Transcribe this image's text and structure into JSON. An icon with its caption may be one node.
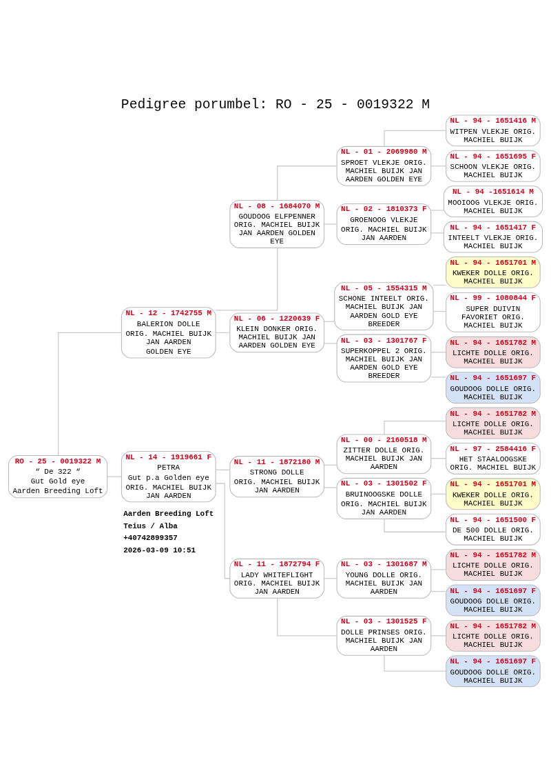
{
  "diagram": {
    "title": "Pedigree porumbel: RO - 25 - 0019322 M",
    "nodes": [
      {
        "text": [
          "RO - 25 - 0019322 M",
          "“ De 322 “",
          "Gut Gold eye",
          "Aarden Breeding Loft"
        ]
      },
      {
        "text": [
          "NL - 12 - 1742755 M",
          "BALERION DOLLE",
          "ORIG. MACHIEL BUIJK JAN AARDEN",
          "GOLDEN EYE"
        ]
      },
      {
        "text": [
          "NL - 14 - 1919661 F",
          "PETRA",
          "Gut p.a Golden eye",
          "ORIG. MACHIEL BUIJK JAN AARDEN"
        ]
      },
      {
        "text": [
          "NL - 08 - 1684070 M",
          "GOUDOOG ELFPENNER ORIG. MACHIEL BUIJK JAN AARDEN GOLDEN EYE"
        ]
      },
      {
        "text": [
          "NL - 06 - 1220639 F",
          "KLEIN DONKER ORIG. MACHIEL BUIJK JAN AARDEN GOLDEN EYE"
        ]
      },
      {
        "text": [
          "NL - 11 - 1872180 M",
          "STRONG DOLLE",
          "ORIG. MACHIEL BUIJK JAN AARDEN"
        ]
      },
      {
        "text": [
          "NL - 11 - 1872794 F",
          "LADY WHITEFLIGHT ORIG. MACHIEL BUIJK JAN AARDEN"
        ]
      },
      {
        "text": [
          "NL - 01 - 2069980 M",
          "SPROET VLEKJE ORIG. MACHIEL BUIJK JAN AARDEN GOLDEN EYE"
        ]
      },
      {
        "text": [
          "NL - 02 - 1810373 F",
          "GROENOOG VLEKJE",
          "ORIG. MACHIEL BUIJK JAN AARDEN"
        ]
      },
      {
        "text": [
          "NL - 05 - 1554315 M",
          "SCHONE INTEELT ORIG. MACHIEL BUIJK JAN AARDEN GOLD EYE BREEDER"
        ]
      },
      {
        "text": [
          "NL - 03 - 1301767 F",
          "SUPERKOPPEL 2 ORIG. MACHIEL BUIJK JAN AARDEN GOLD EYE BREEDER"
        ]
      },
      {
        "text": [
          "NL - 00 - 2160518 M",
          "ZITTER DOLLE ORIG. MACHIEL BUIJK JAN AARDEN"
        ]
      },
      {
        "text": [
          "NL - 03 - 1301502 F",
          "BRUINOOGSKE DOLLE",
          "ORIG. MACHIEL BUIJK JAN AARDEN"
        ]
      },
      {
        "text": [
          "NL - 03 - 1301687 M",
          "YOUNG DOLLE ORIG. MACHIEL BUIJK JAN AARDEN"
        ]
      },
      {
        "text": [
          "NL - 03 - 1301525 F",
          "DOLLE PRINSES ORIG. MACHIEL BUIJK JAN AARDEN"
        ]
      },
      {
        "text": [
          "NL - 94 - 1651416 M",
          "WITPEN VLEKJE ORIG. MACHIEL BUIJK"
        ]
      },
      {
        "text": [
          "NL - 94 - 1651695 F",
          "SCHOON VLEKJE ORIG. MACHIEL BUIJK"
        ]
      },
      {
        "text": [
          "NL - 94 -1651614 M",
          "MOOIOOG VLEKJE ORIG. MACHIEL BUIJK"
        ]
      },
      {
        "text": [
          "NL - 94 - 1651417 F",
          "INTEELT VLEKJE ORIG. MACHIEL BUIJK"
        ]
      },
      {
        "text": [
          "NL - 94 - 1651701 M",
          "KWEKER DOLLE ORIG. MACHIEL BUIJK"
        ]
      },
      {
        "text": [
          "NL - 99 - 1080844 F",
          "SUPER DUIVIN FAVORIET ORIG. MACHIEL BUIJK"
        ]
      },
      {
        "text": [
          "NL - 94 - 1651782 M",
          "LICHTE DOLLE ORIG. MACHIEL BUIJK"
        ]
      },
      {
        "text": [
          "NL - 94 - 1651697 F",
          "GOUDOOG DOLLE ORIG. MACHIEL BUIJK"
        ]
      },
      {
        "text": [
          "NL - 94 - 1651782 M",
          "LICHTE DOLLE ORIG. MACHIEL BUIJK"
        ]
      },
      {
        "text": [
          "NL - 97 - 2584416 F",
          "HET STAALOOGSKE ORIG. MACHIEL BUIJK"
        ]
      },
      {
        "text": [
          "NL - 94 - 1651701 M",
          "KWEKER DOLLE ORIG. MACHIEL BUIJK"
        ]
      },
      {
        "text": [
          "NL - 94 - 1651500 F",
          "DE 500 DOLLE ORIG. MACHIEL BUIJK"
        ]
      },
      {
        "text": [
          "NL - 94 - 1651782 M",
          "LICHTE DOLLE ORIG. MACHIEL BUIJK"
        ]
      },
      {
        "text": [
          "NL - 94 - 1651697 F",
          "GOUDOOG DOLLE ORIG. MACHIEL BUIJK"
        ]
      },
      {
        "text": [
          "NL - 94 - 1651782 M",
          "LICHTE DOLLE ORIG. MACHIEL BUIJK"
        ]
      },
      {
        "text": [
          "NL - 94 - 1651697 F",
          "GOUDOOG DOLLE ORIG. MACHIEL BUIJK"
        ]
      }
    ],
    "edges": [
      {
        "from": 0,
        "to": 1,
        "arrow": "none"
      },
      {
        "from": 0,
        "to": 2,
        "arrow": "none"
      },
      {
        "from": 1,
        "to": 3,
        "arrow": "none"
      },
      {
        "from": 1,
        "to": 4,
        "arrow": "none"
      },
      {
        "from": 2,
        "to": 5,
        "arrow": "none"
      },
      {
        "from": 2,
        "to": 6,
        "arrow": "none"
      },
      {
        "from": 3,
        "to": 7,
        "arrow": "none"
      },
      {
        "from": 3,
        "to": 8,
        "arrow": "none"
      },
      {
        "from": 4,
        "to": 9,
        "arrow": "none"
      },
      {
        "from": 4,
        "to": 10,
        "arrow": "none"
      },
      {
        "from": 5,
        "to": 11,
        "arrow": "none"
      },
      {
        "from": 5,
        "to": 12,
        "arrow": "none"
      },
      {
        "from": 6,
        "to": 13,
        "arrow": "none"
      },
      {
        "from": 6,
        "to": 14,
        "arrow": "none"
      },
      {
        "from": 7,
        "to": 15,
        "arrow": "none"
      },
      {
        "from": 7,
        "to": 16,
        "arrow": "none"
      },
      {
        "from": 8,
        "to": 17,
        "arrow": "none"
      },
      {
        "from": 8,
        "to": 18,
        "arrow": "none"
      },
      {
        "from": 9,
        "to": 19,
        "arrow": "none"
      },
      {
        "from": 9,
        "to": 20,
        "arrow": "none"
      },
      {
        "from": 10,
        "to": 21,
        "arrow": "none"
      },
      {
        "from": 10,
        "to": 22,
        "arrow": "none"
      },
      {
        "from": 11,
        "to": 23,
        "arrow": "none"
      },
      {
        "from": 11,
        "to": 24,
        "arrow": "none"
      },
      {
        "from": 12,
        "to": 25,
        "arrow": "none"
      },
      {
        "from": 12,
        "to": 26,
        "arrow": "none"
      },
      {
        "from": 13,
        "to": 27,
        "arrow": "none"
      },
      {
        "from": 13,
        "to": 28,
        "arrow": "none"
      },
      {
        "from": 14,
        "to": 29,
        "arrow": "none"
      },
      {
        "from": 14,
        "to": 30,
        "arrow": "none"
      }
    ],
    "labels": [
      "Aarden Breeding Loft",
      "Teius / Alba",
      "+40742899357",
      "2026-03-09 10:51"
    ]
  }
}
